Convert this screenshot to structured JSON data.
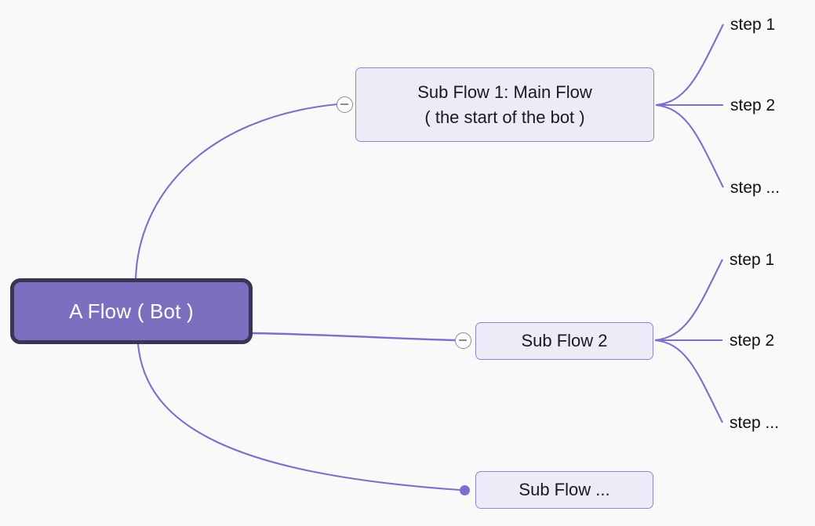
{
  "diagram": {
    "type": "mind-map",
    "background_color": "#f9f9fa",
    "accent_color": "#7b6fc9",
    "root_fill": "#7b6fc0",
    "root_border": "#3b3552",
    "branch_fill": "#ecebf7",
    "branch_border": "#8f84d4",
    "root": {
      "label": "A Flow ( Bot )",
      "text_color": "#ffffff"
    },
    "branches": [
      {
        "id": "sub-flow-1",
        "label": "Sub Flow 1: Main Flow\n( the start of the bot )",
        "toggle": "collapse-minus",
        "children": [
          {
            "label": "step 1"
          },
          {
            "label": "step 2"
          },
          {
            "label": "step ..."
          }
        ]
      },
      {
        "id": "sub-flow-2",
        "label": "Sub Flow 2",
        "toggle": "collapse-minus",
        "children": [
          {
            "label": "step 1"
          },
          {
            "label": "step 2"
          },
          {
            "label": "step ..."
          }
        ]
      },
      {
        "id": "sub-flow-more",
        "label": "Sub Flow ...",
        "toggle": "expand-dot",
        "children": []
      }
    ]
  }
}
